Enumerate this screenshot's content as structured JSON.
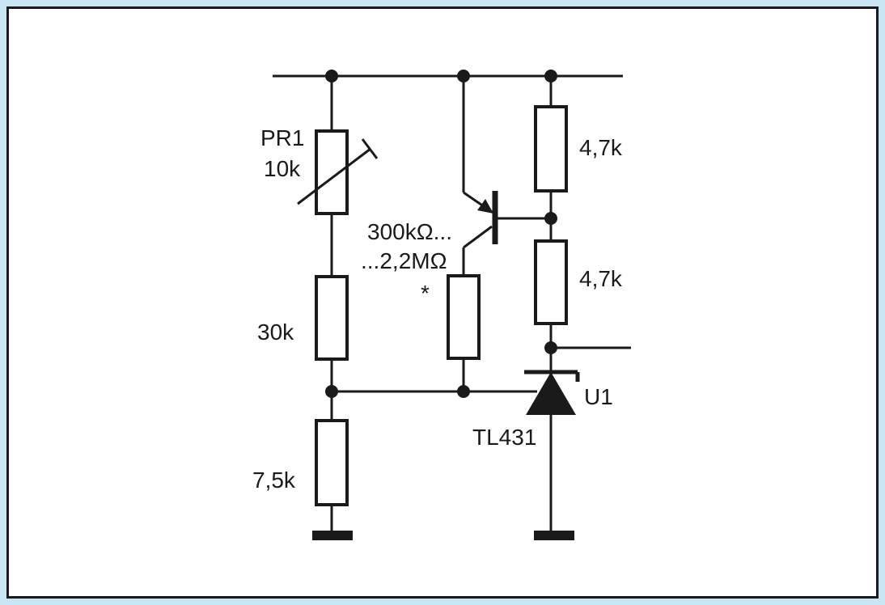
{
  "labels": {
    "pr1_name": "PR1",
    "pr1_value": "10k",
    "r_30k": "30k",
    "r_7_5k": "7,5k",
    "r_top_right": "4,7k",
    "r_mid_right": "4,7k",
    "r_selectable_line1": "300kΩ...",
    "r_selectable_line2": "...2,2MΩ",
    "r_selectable_mark": "*",
    "u1_name": "U1",
    "u1_part": "TL431"
  },
  "colors": {
    "background": "#c9e4f2",
    "panel": "#ffffff",
    "ink": "#1a1a1a"
  }
}
